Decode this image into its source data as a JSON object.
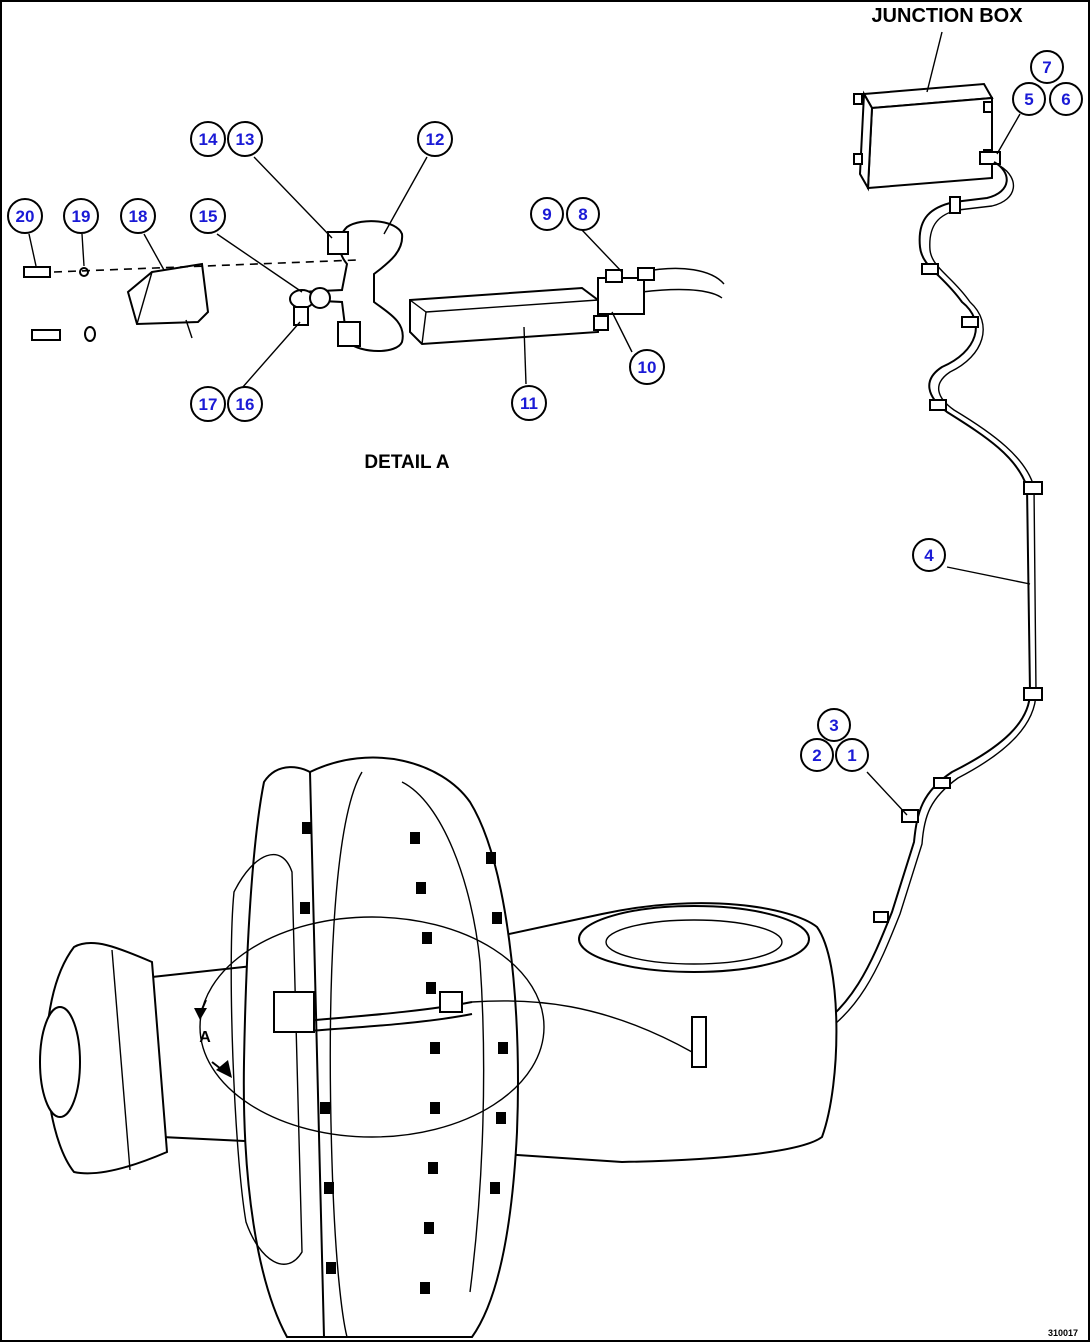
{
  "labels": {
    "junction_box": "JUNCTION BOX",
    "detail_a": "DETAIL A",
    "view_marker": "A",
    "figure_id": "310017"
  },
  "callouts": [
    "1",
    "2",
    "3",
    "4",
    "5",
    "6",
    "7",
    "8",
    "9",
    "10",
    "11",
    "12",
    "13",
    "14",
    "15",
    "16",
    "17",
    "18",
    "19",
    "20"
  ],
  "colors": {
    "callout_number": "#1a1ad6",
    "line": "#000000",
    "background": "#ffffff"
  }
}
